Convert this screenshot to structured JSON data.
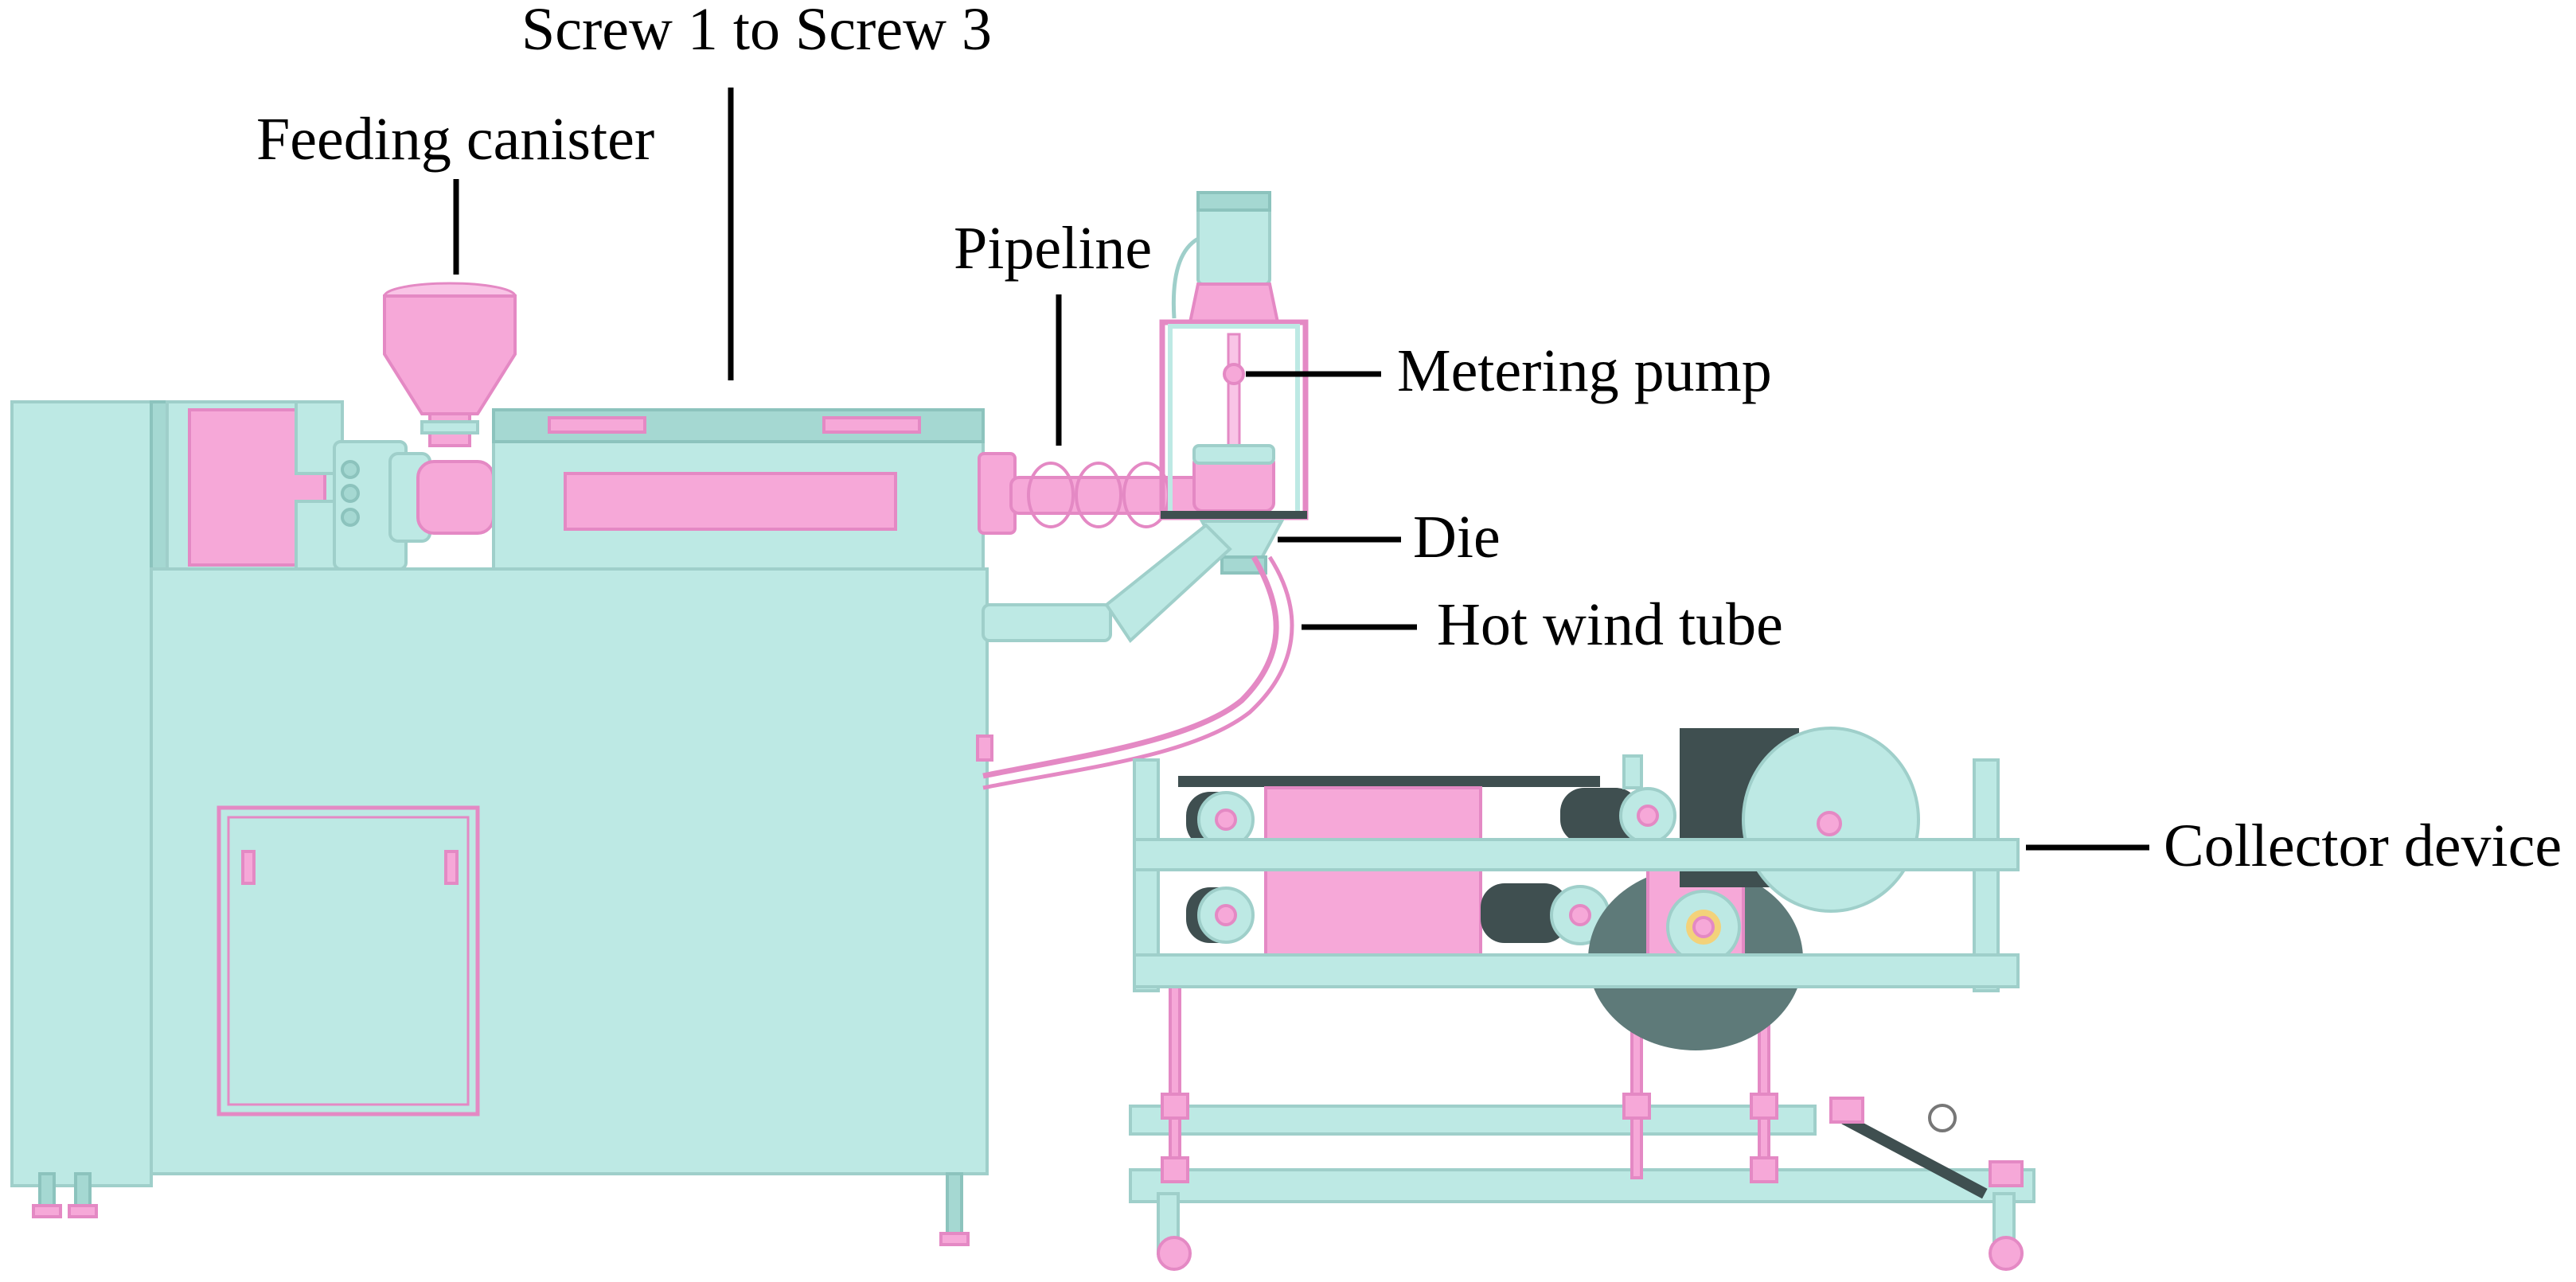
{
  "labels": {
    "screw": "Screw 1 to Screw 3",
    "feeding_canister": "Feeding canister",
    "pipeline": "Pipeline",
    "metering_pump": "Metering pump",
    "die": "Die",
    "hot_wind_tube": "Hot wind tube",
    "collector_device": "Collector device"
  },
  "colors": {
    "machine_body": "#bde9e4",
    "accent": "#f6a8d8",
    "roller_dark": "#3f4f50",
    "text": "#000000"
  }
}
